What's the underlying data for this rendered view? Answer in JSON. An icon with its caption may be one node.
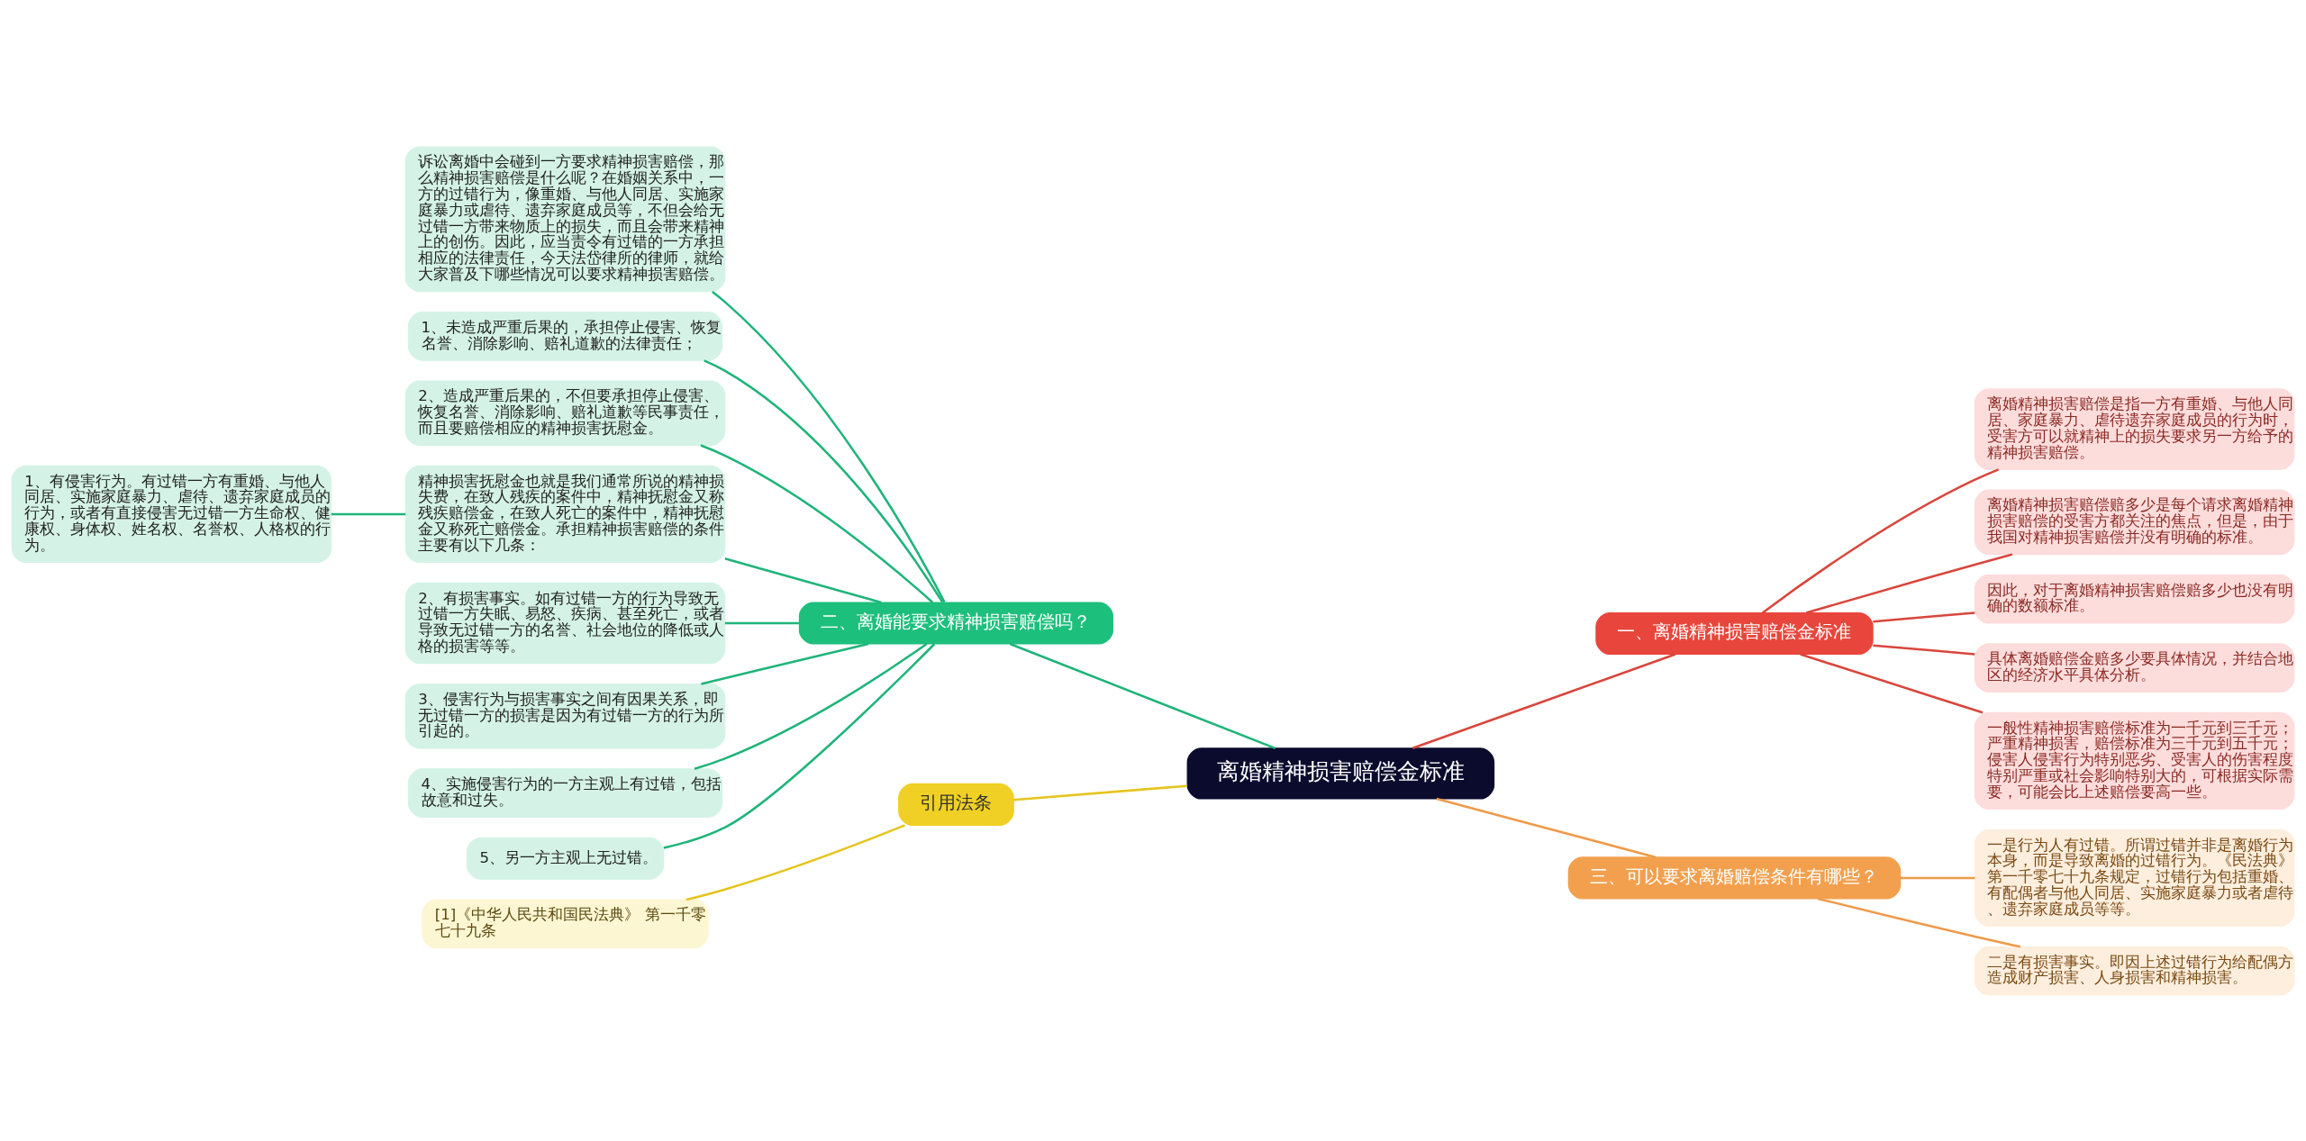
{
  "diagram": {
    "nodes": [
      {
        "text": [
          "离婚精神损害赔偿金标准"
        ]
      },
      {
        "text": [
          "一、离婚精神损害赔偿金标准"
        ]
      },
      {
        "text": [
          "离婚精神损害赔偿是指一方有重婚、与他人同居、家庭暴力、虐待遗弃家庭成员的行为时，受害方可以就精神上的损失要求另一方给予的精神损害赔偿。"
        ]
      },
      {
        "text": [
          "离婚精神损害赔偿赔多少是每个请求离婚精神损害赔偿的受害方都关注的焦点，但是，由于我国对精神损害赔偿并没有明确的标准。"
        ]
      },
      {
        "text": [
          "因此，对于离婚精神损害赔偿赔多少也没有明确的数额标准。"
        ]
      },
      {
        "text": [
          "具体离婚赔偿金赔多少要具体情况，并结合地区的经济水平具体分析。"
        ]
      },
      {
        "text": [
          "一般性精神损害赔偿标准为一千元到三千元；严重精神损害，赔偿标准为三千元到五千元；侵害人侵害行为特别恶劣、受害人的伤害程度特别严重或社会影响特别大的，可根据实际需要，可能会比上述赔偿要高一些。"
        ]
      },
      {
        "text": [
          "三、可以要求离婚赔偿条件有哪些？"
        ]
      },
      {
        "text": [
          "一是行为人有过错。所谓过错并非是离婚行为本身，而是导致离婚的过错行为。《民法典》第一千零七十九条规定，过错行为包括重婚、有配偶者与他人同居、实施家庭暴力或者虐待、遗弃家庭成员等等。"
        ]
      },
      {
        "text": [
          "二是有损害事实。即因上述过错行为给配偶方造成财产损害、人身损害和精神损害。"
        ]
      },
      {
        "text": [
          "二、离婚能要求精神损害赔偿吗？"
        ]
      },
      {
        "text": [
          "诉讼离婚中会碰到一方要求精神损害赔偿，那么精神损害赔偿是什么呢？在婚姻关系中，一方的过错行为，像重婚、与他人同居、实施家庭暴力或虐待、遗弃家庭成员等，不但会给无过错一方带来物质上的损失，而且会带来精神上的创伤。因此，应当责令有过错的一方承担相应的法律责任，今天法岱律所的律师，就给大家普及下哪些情况可以要求精神损害赔偿。"
        ]
      },
      {
        "text": [
          "1、未造成严重后果的，承担停止侵害、恢复名誉、消除影响、赔礼道歉的法律责任；"
        ]
      },
      {
        "text": [
          "2、造成严重后果的，不但要承担停止侵害、恢复名誉、消除影响、赔礼道歉等民事责任，而且要赔偿相应的精神损害抚慰金。"
        ]
      },
      {
        "text": [
          "精神损害抚慰金也就是我们通常所说的精神损失费，在致人残疾的案件中，精神抚慰金又称残疾赔偿金，在致人死亡的案件中，精神抚慰金又称死亡赔偿金。承担精神损害赔偿的条件主要有以下几条："
        ]
      },
      {
        "text": [
          "2、有损害事实。如有过错一方的行为导致无过错一方失眠、易怒、疾病、甚至死亡，或者导致无过错一方的名誉、社会地位的降低或人格的损害等等。"
        ]
      },
      {
        "text": [
          "3、侵害行为与损害事实之间有因果关系，即无过错一方的损害是因为有过错一方的行为所引起的。"
        ]
      },
      {
        "text": [
          "4、实施侵害行为的一方主观上有过错，包括故意和过失。"
        ]
      },
      {
        "text": [
          "5、另一方主观上无过错。"
        ]
      },
      {
        "text": [
          "1、有侵害行为。有过错一方有重婚、与他人同居、实施家庭暴力、虐待、遗弃家庭成员的行为，或者有直接侵害无过错一方生命权、健康权、身体权、姓名权、名誉权、人格权的行为。"
        ]
      },
      {
        "text": [
          "引用法条"
        ]
      },
      {
        "text": [
          "[1]《中华人民共和国民法典》 第一千零七十九条"
        ]
      }
    ],
    "edges": [
      {
        "from": 0,
        "to": 1,
        "arrow": "none",
        "color": "#d9463c"
      },
      {
        "from": 1,
        "to": 2,
        "arrow": "none",
        "color": "#d9463c"
      },
      {
        "from": 1,
        "to": 3,
        "arrow": "none",
        "color": "#d9463c"
      },
      {
        "from": 1,
        "to": 4,
        "arrow": "none",
        "color": "#d9463c"
      },
      {
        "from": 1,
        "to": 5,
        "arrow": "none",
        "color": "#d9463c"
      },
      {
        "from": 1,
        "to": 6,
        "arrow": "none",
        "color": "#d9463c"
      },
      {
        "from": 0,
        "to": 7,
        "arrow": "none",
        "color": "#ee9a4a"
      },
      {
        "from": 7,
        "to": 8,
        "arrow": "none",
        "color": "#ee9a4a"
      },
      {
        "from": 7,
        "to": 9,
        "arrow": "none",
        "color": "#ee9a4a"
      },
      {
        "from": 0,
        "to": 10,
        "arrow": "none"
      },
      {
        "from": 10,
        "to": 11,
        "arrow": "none"
      },
      {
        "from": 10,
        "to": 12,
        "arrow": "none"
      },
      {
        "from": 10,
        "to": 13,
        "arrow": "none"
      },
      {
        "from": 10,
        "to": 14,
        "arrow": "none"
      },
      {
        "from": 10,
        "to": 15,
        "arrow": "none"
      },
      {
        "from": 10,
        "to": 16,
        "arrow": "none"
      },
      {
        "from": 10,
        "to": 17,
        "arrow": "none"
      },
      {
        "from": 10,
        "to": 18,
        "arrow": "none"
      },
      {
        "from": 14,
        "to": 19,
        "arrow": "none"
      },
      {
        "from": 0,
        "to": 20,
        "arrow": "none",
        "color": "#e6c41e"
      },
      {
        "from": 20,
        "to": 21,
        "arrow": "none",
        "color": "#e6c41e"
      }
    ]
  }
}
